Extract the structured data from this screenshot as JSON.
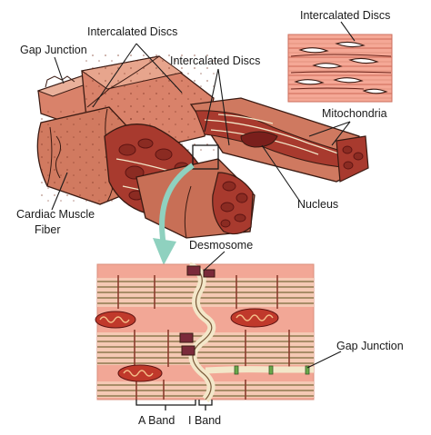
{
  "labels": {
    "intercalated_discs_top": "Intercalated Discs",
    "intercalated_discs_mid": "Intercalated Discs",
    "intercalated_discs_inset": "Intercalated Discs",
    "gap_junction_top": "Gap Junction",
    "mitochondria": "Mitochondria",
    "nucleus": "Nucleus",
    "cardiac_muscle_fiber_1": "Cardiac Muscle",
    "cardiac_muscle_fiber_2": "Fiber",
    "desmosome": "Desmosome",
    "gap_junction_bottom": "Gap Junction",
    "a_band": "A Band",
    "i_band": "I Band"
  },
  "colors": {
    "fiber_fill": "#d9826a",
    "fiber_side": "#b45a44",
    "fiber_top": "#e7a58d",
    "cut_face": "#a83a2e",
    "myofibril": "#7a1f1c",
    "inset_bg": "#f2a796",
    "arrow": "#8fd1bf",
    "mitochondria": "#c0392b",
    "sarcomere_band": "#8a7a4a",
    "membrane": "#f3e7c9"
  }
}
